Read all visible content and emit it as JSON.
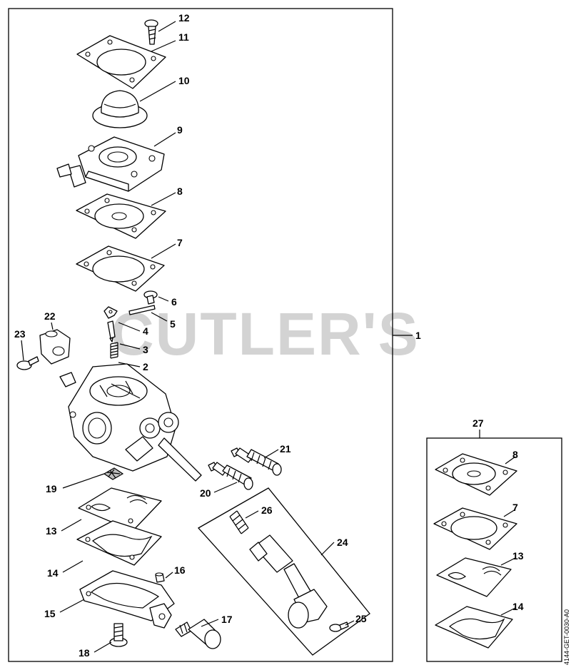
{
  "watermark": "CUTLER'S",
  "doc_id": "4144-GET-0030-A0",
  "labels": {
    "l1": "1",
    "l2": "2",
    "l3": "3",
    "l4": "4",
    "l5": "5",
    "l6": "6",
    "l7": "7",
    "l8": "8",
    "l9": "9",
    "l10": "10",
    "l11": "11",
    "l12": "12",
    "l13": "13",
    "l14": "14",
    "l15": "15",
    "l16": "16",
    "l17": "17",
    "l18": "18",
    "l19": "19",
    "l20": "20",
    "l21": "21",
    "l22": "22",
    "l23": "23",
    "l24": "24",
    "l25": "25",
    "l26": "26",
    "l27": "27",
    "k8": "8",
    "k7": "7",
    "k13": "13",
    "k14": "14"
  }
}
